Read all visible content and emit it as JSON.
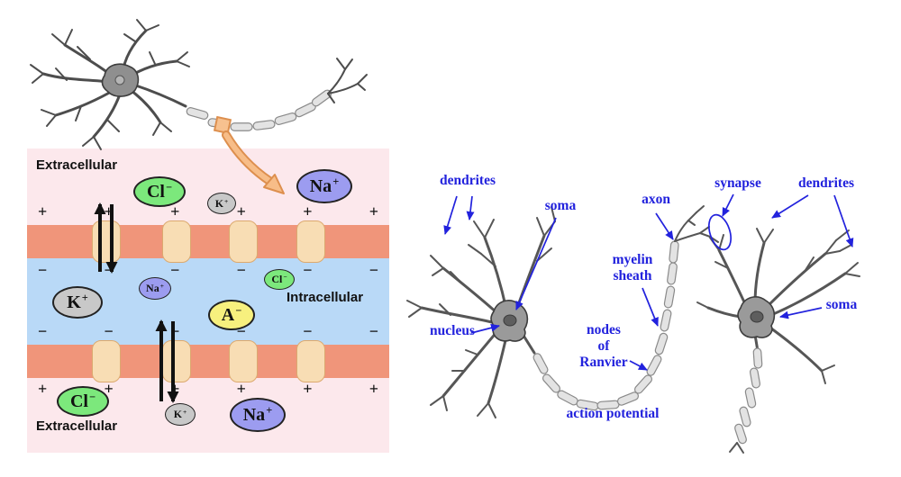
{
  "figure": {
    "description": "Neuron anatomy and membrane ion distribution diagram"
  },
  "colors": {
    "panel_pink": "#fce8ec",
    "membrane": "#f0957a",
    "channel": "#f8ddb4",
    "intracellular_blue": "#b9d9f7",
    "ion_green": "#7ce87c",
    "ion_gray": "#c8c8c8",
    "ion_purple": "#9c9cf0",
    "ion_yellow": "#f7f07e",
    "label_blue": "#2222dd",
    "arrow_orange": "#f7bd88"
  },
  "membrane_panel": {
    "extracellular_top_label": "Extracellular",
    "intracellular_label": "Intracellular",
    "extracellular_bottom_label": "Extracellular",
    "ions": {
      "top_cl": {
        "base": "Cl",
        "charge": "−"
      },
      "top_k": {
        "base": "K",
        "charge": "+"
      },
      "top_na": {
        "base": "Na",
        "charge": "+"
      },
      "mid_k": {
        "base": "K",
        "charge": "+"
      },
      "mid_na": {
        "base": "Na",
        "charge": "+"
      },
      "mid_a": {
        "base": "A",
        "charge": "−"
      },
      "mid_cl": {
        "base": "Cl",
        "charge": "−"
      },
      "bottom_cl": {
        "base": "Cl",
        "charge": "−"
      },
      "bottom_k": {
        "base": "K",
        "charge": "+"
      },
      "bottom_na": {
        "base": "Na",
        "charge": "+"
      }
    },
    "charges": {
      "top_above": [
        "+",
        "+",
        "+",
        "+",
        "+",
        "+"
      ],
      "top_below": [
        "−",
        "−",
        "−",
        "−",
        "−",
        "−"
      ],
      "bottom_above": [
        "−",
        "−",
        "−",
        "−",
        "−",
        "−"
      ],
      "bottom_below": [
        "+",
        "+",
        "+",
        "+",
        "+",
        "+"
      ]
    }
  },
  "neuron_panel": {
    "labels": {
      "dendrites_left": "dendrites",
      "soma_left": "soma",
      "axon": "axon",
      "synapse": "synapse",
      "dendrites_right": "dendrites",
      "myelin_sheath": "myelin\nsheath",
      "nodes_of_ranvier": "nodes\nof\nRanvier",
      "nucleus": "nucleus",
      "soma_right": "soma",
      "action_potential": "action potential"
    }
  }
}
